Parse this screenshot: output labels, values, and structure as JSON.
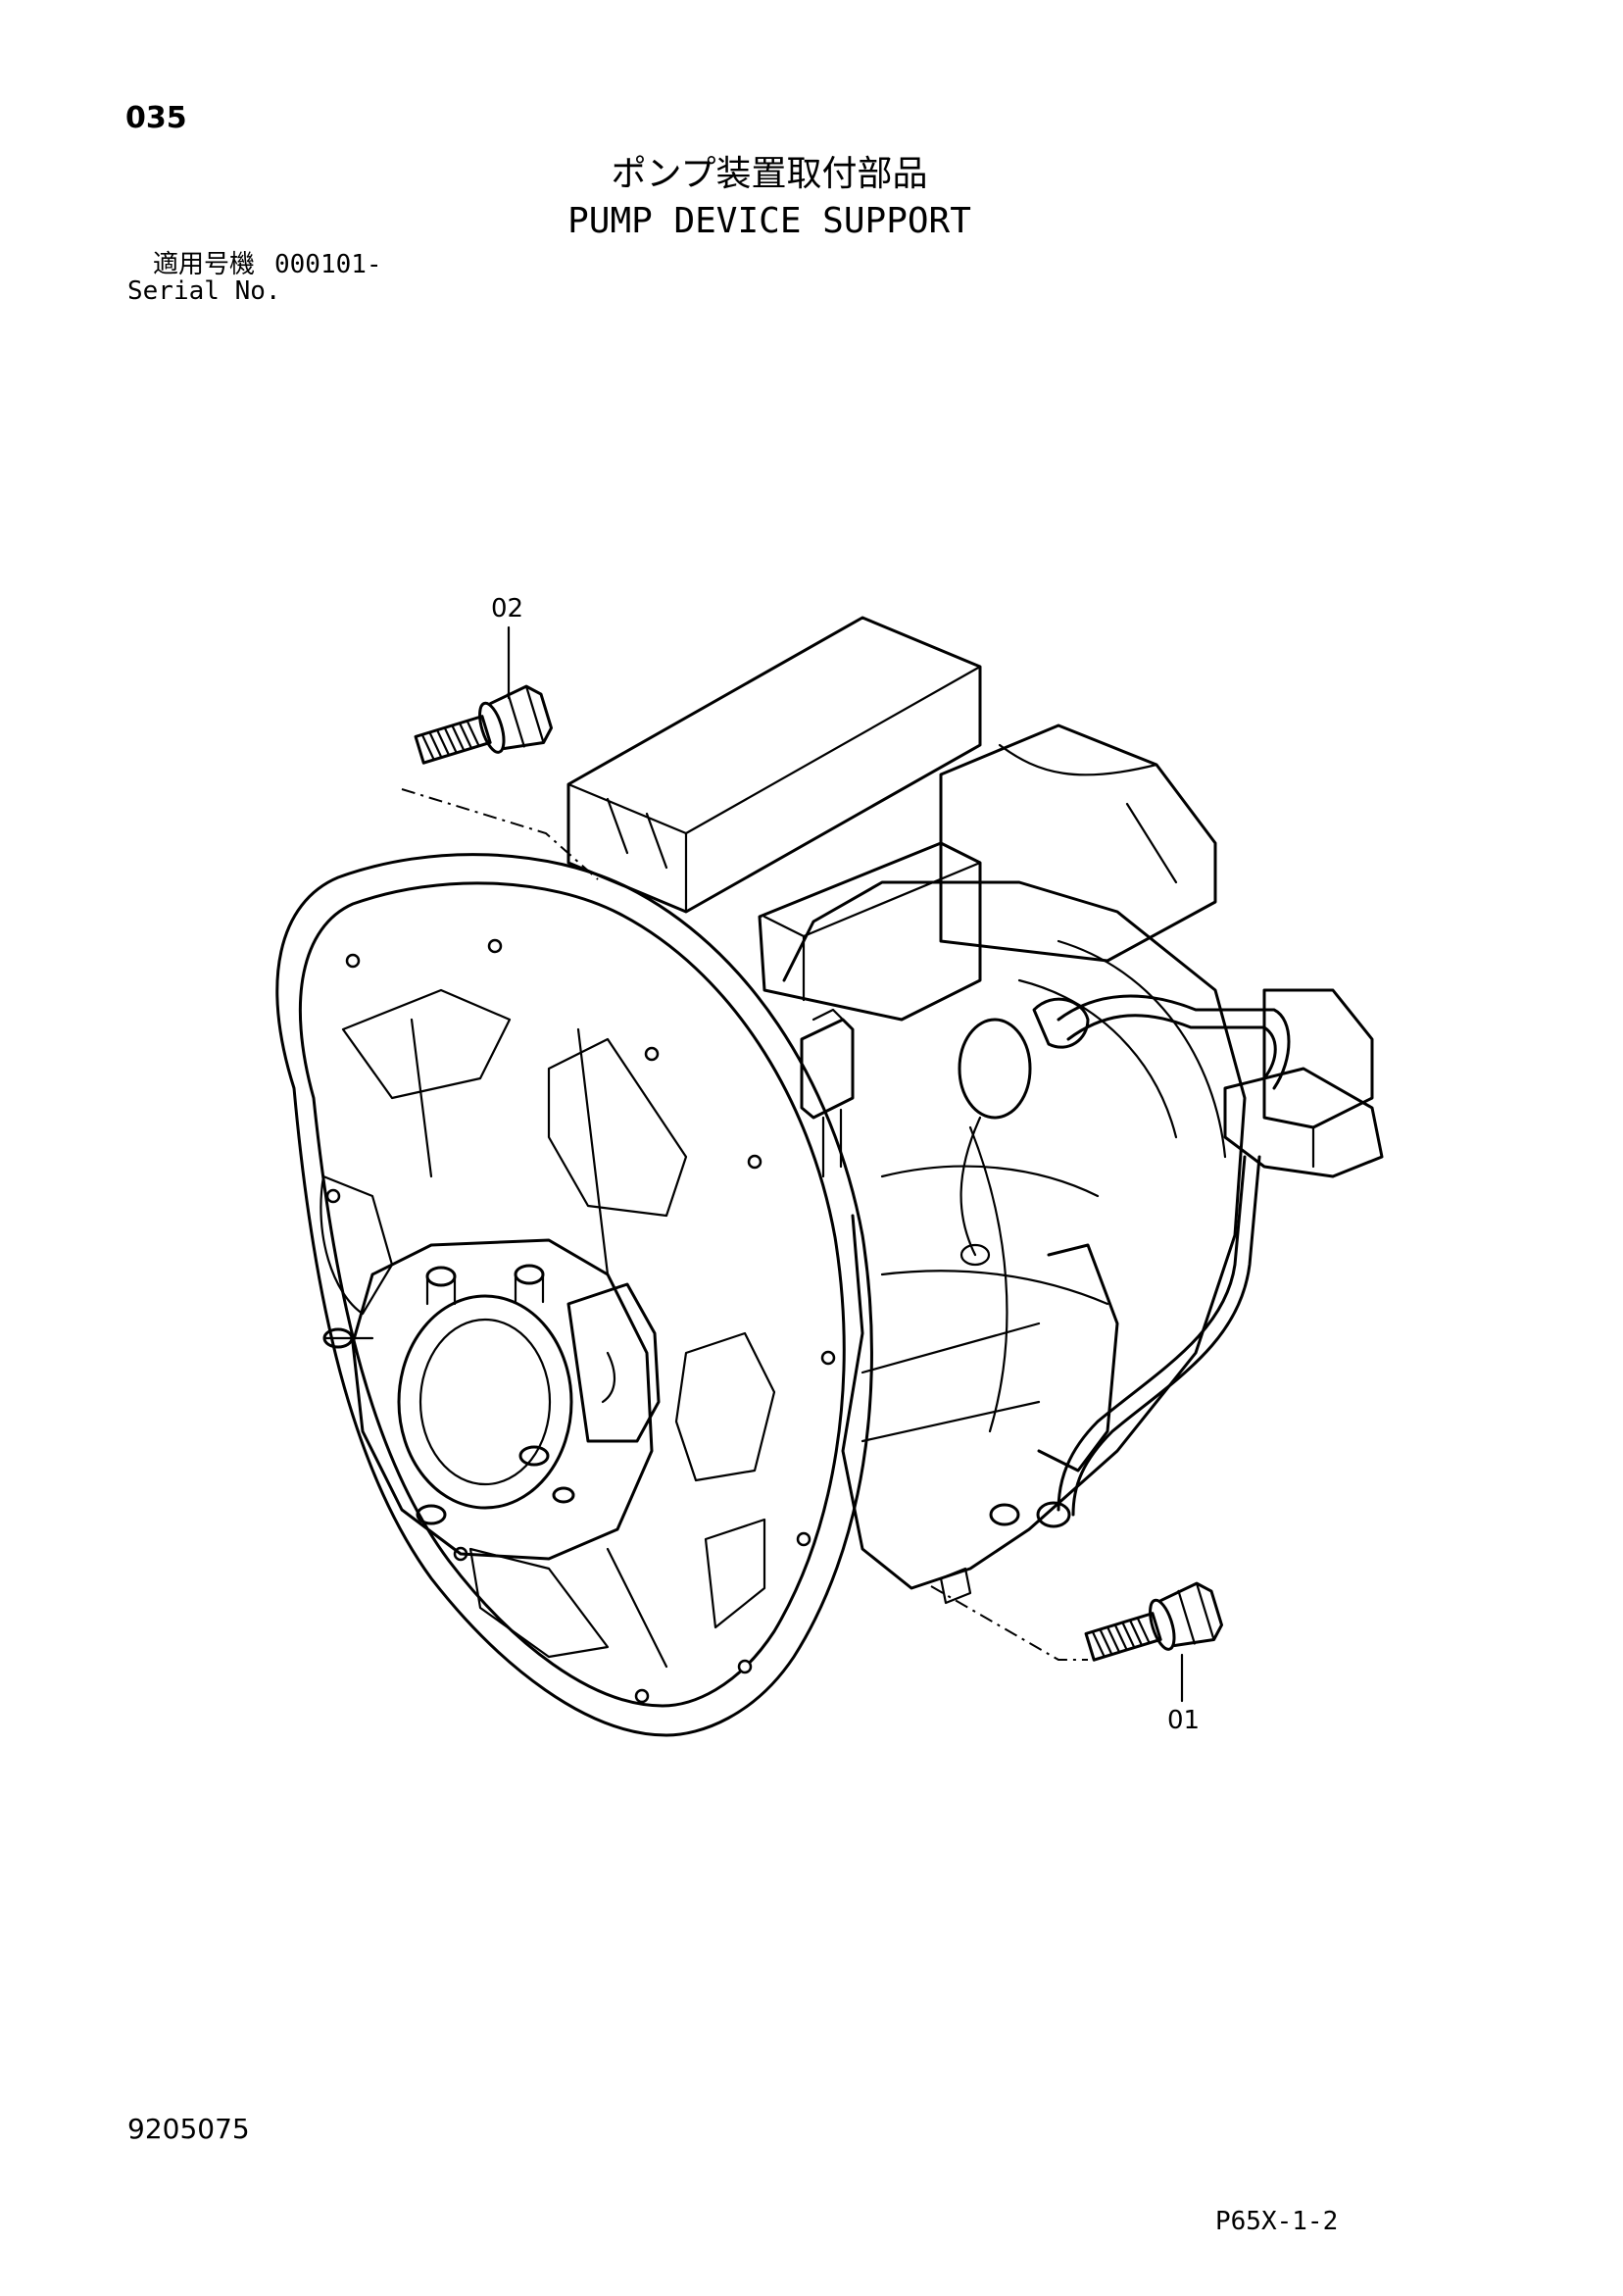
{
  "header": {
    "page_number": "035",
    "title_jp": "ポンプ装置取付部品",
    "title_en": "PUMP DEVICE SUPPORT"
  },
  "serial": {
    "label_jp": "適用号機",
    "value": "000101-",
    "label_en": "Serial No."
  },
  "callouts": {
    "part_02": "02",
    "part_01": "01"
  },
  "footer": {
    "document_number": "9205075",
    "sheet_code": "P65X-1-2"
  },
  "icons": {
    "bolt": "bolt-icon"
  }
}
